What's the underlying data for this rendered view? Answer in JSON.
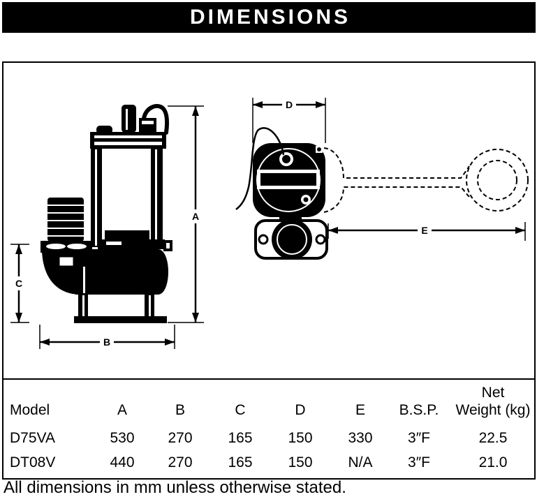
{
  "header": {
    "title": "DIMENSIONS"
  },
  "diagram": {
    "labels": {
      "a": "A",
      "b": "B",
      "c": "C",
      "d": "D",
      "e": "E"
    }
  },
  "table": {
    "headers": {
      "model": "Model",
      "a": "A",
      "b": "B",
      "c": "C",
      "d": "D",
      "e": "E",
      "bsp": "B.S.P.",
      "weight_line1": "Net",
      "weight_line2": "Weight (kg)"
    },
    "rows": [
      {
        "model": "D75VA",
        "a": "530",
        "b": "270",
        "c": "165",
        "d": "150",
        "e": "330",
        "bsp": "3″F",
        "weight": "22.5"
      },
      {
        "model": "DT08V",
        "a": "440",
        "b": "270",
        "c": "165",
        "d": "150",
        "e": "N/A",
        "bsp": "3″F",
        "weight": "21.0"
      }
    ]
  },
  "footer": {
    "note": "All dimensions in mm unless otherwise stated."
  }
}
